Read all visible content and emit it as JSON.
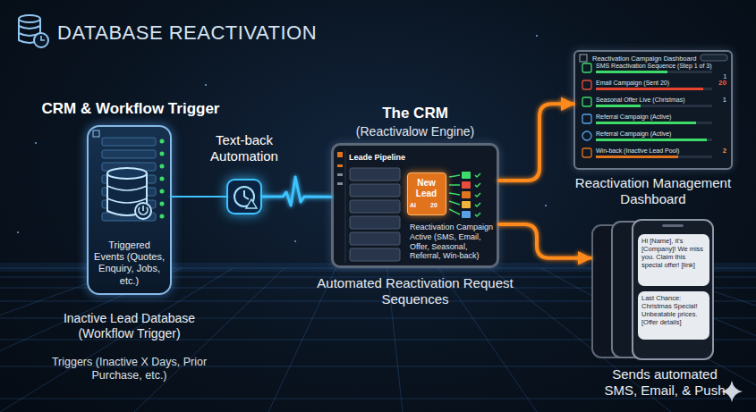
{
  "diagram": {
    "title": "DATABASE REACTIVATION",
    "nodes": [
      {
        "text": [
          "CRM & Workflow Trigger",
          "Triggered Events (Quotes, Enquiry, Jobs, etc.)",
          "Inactive Lead Database (Workflow Trigger)",
          "Triggers (Inactive X Days, Prior Purchase, etc.)"
        ]
      },
      {
        "text": [
          "Text-back Automation"
        ]
      },
      {
        "text": [
          "The CRM",
          "(Reactivalow Engine)",
          "Reactivation Campaign Active (SMS, Email, Offer, Seasonal, Referral, Win-back)",
          "Automated Reactivation Request Sequences"
        ]
      },
      {
        "text": [
          "New Lead"
        ],
        "in": 2
      },
      {
        "text": [
          "Reactivation Campaign Dashboard",
          "Reactivation Management Dashboard"
        ]
      },
      {
        "text": [
          "Sends automated SMS, Email, & Push"
        ]
      },
      {
        "text": [
          "Hi [Name], it's [Company]! We miss you. Claim this special offer! [link]"
        ],
        "in": 5
      },
      {
        "text": [
          "Last Chance: Christmas Special! Unbeatable prices. [Offer details]"
        ],
        "in": 5
      }
    ],
    "edges": [
      {
        "from": 0,
        "to": 1,
        "arrow": "none"
      },
      {
        "from": 1,
        "to": 2,
        "arrow": "none"
      },
      {
        "from": 2,
        "to": 4,
        "arrow": "to"
      },
      {
        "from": 2,
        "to": 5,
        "arrow": "to"
      }
    ],
    "labels": [
      "Leade Pipeline",
      "AI",
      "20",
      "SMS Reactivation Sequence (Step 1 of 3)",
      "1",
      "Email Campaign (Sent 20)",
      "20",
      "Seasonal Offer Live (Christmas)",
      "1",
      "Referral Campaign (Active)",
      "Referral Campaign (Active)",
      "Win-back (Inactive Lead Pool)",
      "2"
    ]
  }
}
